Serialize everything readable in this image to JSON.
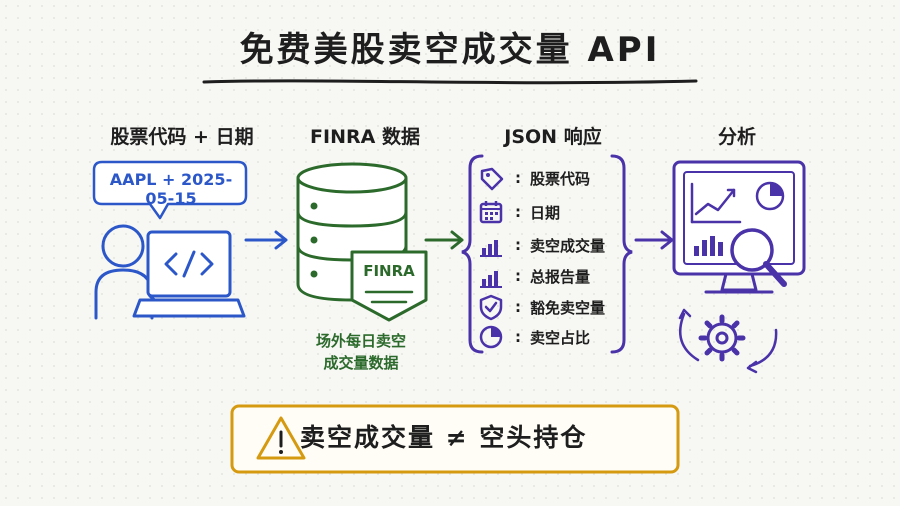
{
  "title": "免费美股卖空成交量 API",
  "steps": [
    {
      "label": "股票代码 + 日期"
    },
    {
      "label": "FINRA 数据"
    },
    {
      "label": "JSON 响应"
    },
    {
      "label": "分析"
    }
  ],
  "request_bubble": "AAPL + 2025-05-15",
  "finra_badge": "FINRA",
  "finra_caption": [
    "场外每日卖空",
    "成交量数据"
  ],
  "json_fields": [
    {
      "icon": "tag-icon",
      "label": "股票代码"
    },
    {
      "icon": "calendar-icon",
      "label": "日期"
    },
    {
      "icon": "bar-chart-icon",
      "label": "卖空成交量"
    },
    {
      "icon": "bar-chart-icon",
      "label": "总报告量"
    },
    {
      "icon": "shield-check-icon",
      "label": "豁免卖空量"
    },
    {
      "icon": "pie-chart-icon",
      "label": "卖空占比"
    }
  ],
  "field_separator": ":",
  "warning": "卖空成交量 ≠ 空头持仓",
  "colors": {
    "blue": "#2b57c9",
    "green": "#2c6a2c",
    "purple": "#4a32a8",
    "warning": "#d59a10"
  }
}
